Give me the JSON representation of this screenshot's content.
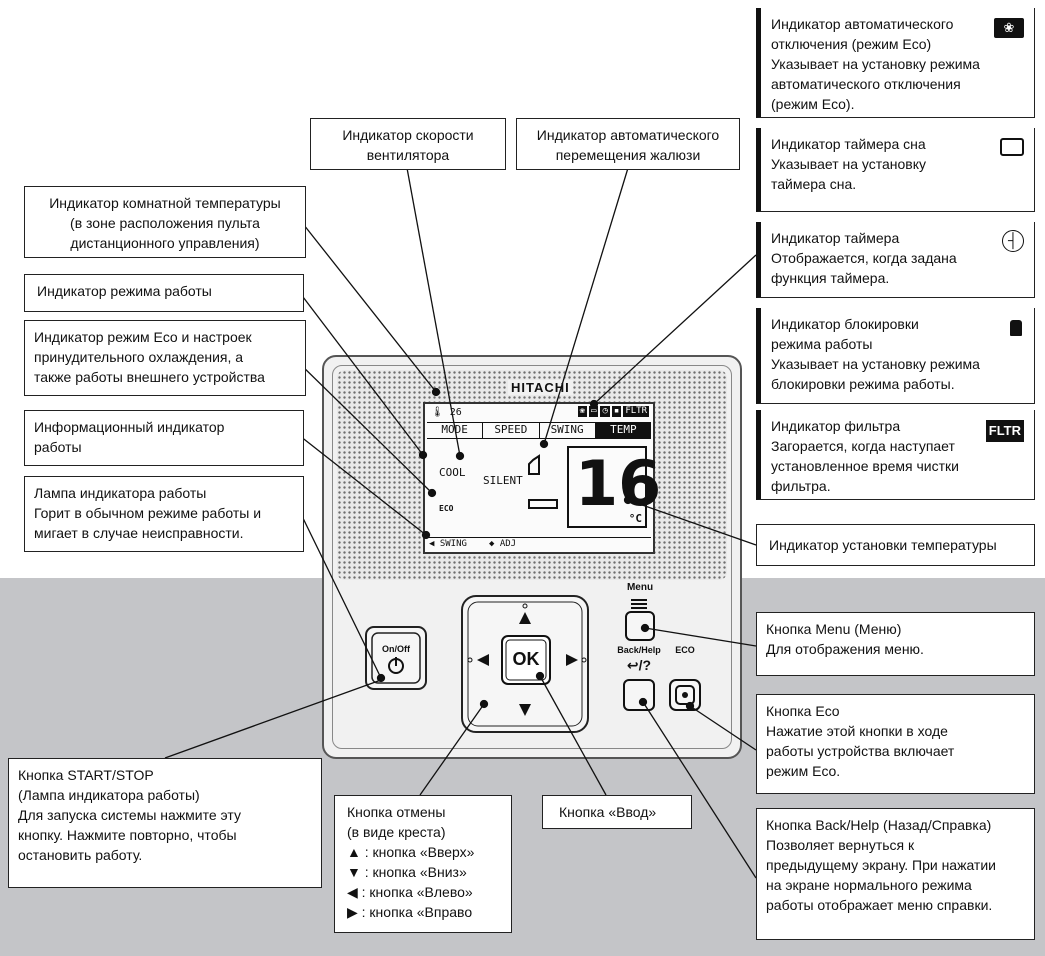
{
  "remote": {
    "brand": "HITACHI",
    "lcd": {
      "room_temp": "26",
      "tabs": [
        "MODE",
        "SPEED",
        "SWING",
        "TEMP"
      ],
      "mode_value": "COOL",
      "speed_value": "SILENT",
      "set_temperature": "16",
      "unit": "°C",
      "eco_small": "ECO",
      "bottom_left": "SWING",
      "bottom_right": "ADJ",
      "filter_icon": "FLTR"
    },
    "buttons": {
      "menu": "Menu",
      "on_off": "On/Off",
      "ok": "OK",
      "back_help": "Back/Help",
      "eco": "ECO"
    }
  },
  "callouts_left": [
    {
      "id": "room-temp",
      "lines": [
        "Индикатор комнатной температуры",
        "(в зоне расположения пульта",
        "дистанционного управления)"
      ]
    },
    {
      "id": "mode",
      "lines": [
        "Индикатор режима работы"
      ]
    },
    {
      "id": "eco-mode",
      "lines": [
        "Индикатор режим Eco и настроек",
        "принудительного охлаждения, а",
        "также работы внешнего устройства"
      ]
    },
    {
      "id": "info",
      "lines": [
        "Информационный индикатор",
        "работы"
      ]
    },
    {
      "id": "lamp",
      "lines": [
        "Лампа индикатора работы",
        "Горит в обычном режиме работы и",
        "мигает в случае неисправности."
      ]
    }
  ],
  "callouts_top": [
    {
      "id": "fan-speed",
      "lines": [
        "Индикатор скорости",
        "вентилятора"
      ]
    },
    {
      "id": "louver",
      "lines": [
        "Индикатор автоматического",
        "перемещения жалюзи"
      ]
    }
  ],
  "callouts_right": [
    {
      "id": "auto-off",
      "lines": [
        "Индикатор автоматического",
        "отключения (режим Eco)",
        "Указывает на установку режима",
        "автоматического отключения",
        "(режим Eco)."
      ],
      "icon": "leaf-icon"
    },
    {
      "id": "sleep-timer",
      "lines": [
        "Индикатор таймера сна",
        "Указывает на установку",
        "таймера сна."
      ],
      "icon": "bed-icon"
    },
    {
      "id": "timer",
      "lines": [
        "Индикатор таймера",
        "Отображается, когда задана",
        "функция таймера."
      ],
      "icon": "clock-icon"
    },
    {
      "id": "lock",
      "lines": [
        "Индикатор блокировки",
        "режима работы",
        "Указывает на установку режима",
        "блокировки режима работы."
      ],
      "icon": "lock-icon"
    },
    {
      "id": "filter",
      "lines": [
        "Индикатор фильтра",
        "Загорается, когда наступает",
        "установленное время чистки",
        "фильтра."
      ],
      "icon": "FLTR"
    }
  ],
  "callout_set_temp": {
    "lines": [
      "Индикатор установки температуры"
    ]
  },
  "callout_menu": {
    "lines": [
      "Кнопка Menu (Меню)",
      "Для отображения меню."
    ]
  },
  "callout_eco_btn": {
    "lines": [
      "Кнопка Eco",
      "Нажатие этой кнопки в ходе",
      "работы устройства включает",
      "режим Eco."
    ]
  },
  "callout_back": {
    "lines": [
      "Кнопка Back/Help (Назад/Справка)",
      "Позволяет вернуться к",
      "предыдущему экрану. При нажатии",
      "на экране нормального режима",
      "работы отображает меню справки."
    ]
  },
  "callout_start": {
    "lines": [
      "Кнопка START/STOP",
      "(Лампа индикатора работы)",
      "Для запуска системы нажмите эту",
      "кнопку. Нажмите повторно, чтобы",
      "остановить работу."
    ]
  },
  "callout_cross": {
    "lines": [
      "Кнопка отмены",
      "(в виде креста)",
      "▲ : кнопка «Вверх»",
      "▼ : кнопка «Вниз»",
      "◀ : кнопка «Влево»",
      "▶ : кнопка «Вправо"
    ]
  },
  "callout_enter": {
    "lines": [
      "Кнопка «Ввод»"
    ]
  }
}
